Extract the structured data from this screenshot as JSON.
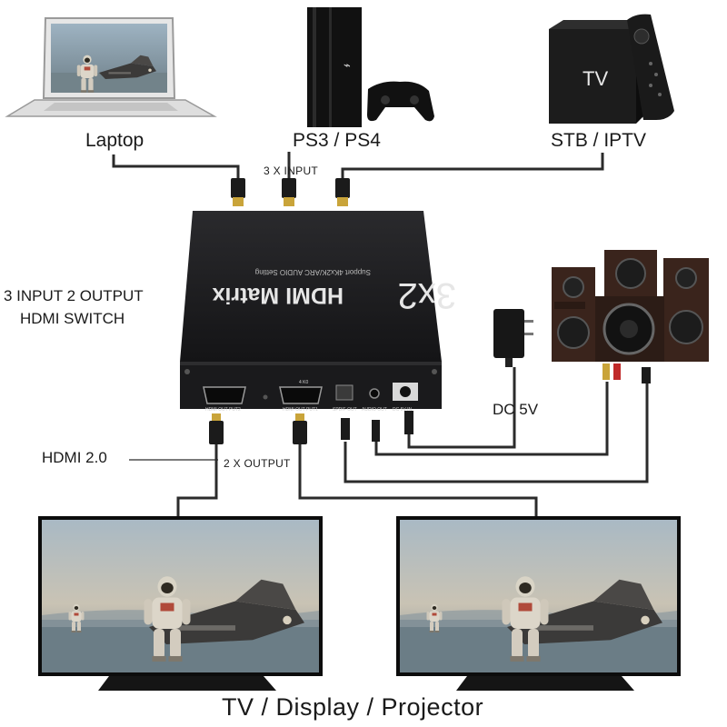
{
  "sources": {
    "laptop_label": "Laptop",
    "console_label": "PS3 / PS4",
    "stb_label": "STB / IPTV",
    "stb_screen_text": "TV"
  },
  "input_label": "3 X INPUT",
  "device": {
    "side_label_line1": "3 INPUT 2 OUTPUT",
    "side_label_line2": "HDMI SWITCH",
    "brand_title": "HDMI Matrix",
    "model": "3x2",
    "subtitle": "Support 4Kx2K/ARC AUDIO Setting",
    "ports": {
      "out2": "HDMI OUT PUT2",
      "out1_top": "4 K0",
      "out1": "HDMI OUT PUT1",
      "spdif": "SPDIF OUT",
      "audio": "AUDIO OUT",
      "dc": "DC 5V IN"
    }
  },
  "power_label": "DC 5V",
  "hdmi_version_label": "HDMI 2.0",
  "output_label": "2 X OUTPUT",
  "footer_label": "TV / Display / Projector",
  "colors": {
    "cable": "#2b2b2b",
    "device_body": "#1d1d1f",
    "connector_gold": "#c9a43a",
    "sky": "#8fa6b5",
    "sea": "#6b7f8c"
  }
}
